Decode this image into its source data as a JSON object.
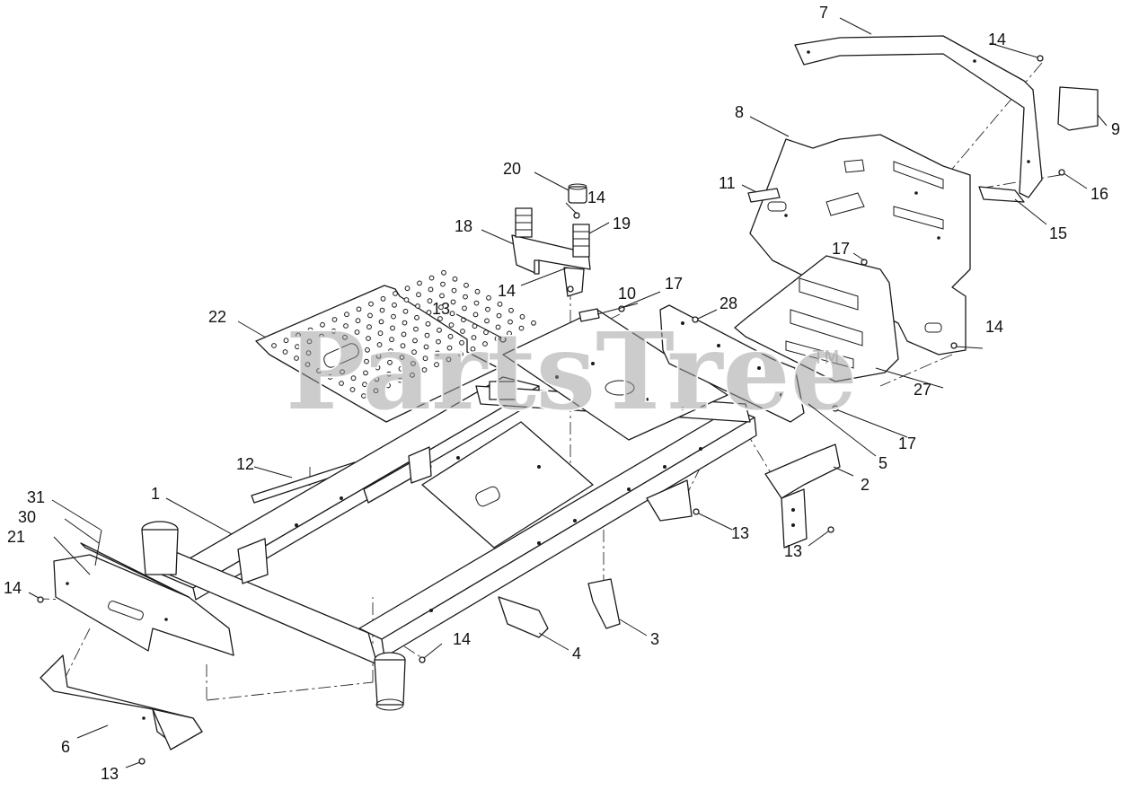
{
  "watermark": {
    "text": "PartsTree",
    "trademark": "TM"
  },
  "callouts": {
    "c1": "1",
    "c2": "2",
    "c3": "3",
    "c4": "4",
    "c5": "5",
    "c6": "6",
    "c7": "7",
    "c8": "8",
    "c9": "9",
    "c10": "10",
    "c11": "11",
    "c12": "12",
    "c13a": "13",
    "c13b": "13",
    "c13c": "13",
    "c13d": "13",
    "c14a": "14",
    "c14b": "14",
    "c14c": "14",
    "c14d": "14",
    "c14e": "14",
    "c14f": "14",
    "c15": "15",
    "c16": "16",
    "c17a": "17",
    "c17b": "17",
    "c17c": "17",
    "c18": "18",
    "c19": "19",
    "c20": "20",
    "c21": "21",
    "c22": "22",
    "c27": "27",
    "c28": "28",
    "c30": "30",
    "c31": "31"
  }
}
